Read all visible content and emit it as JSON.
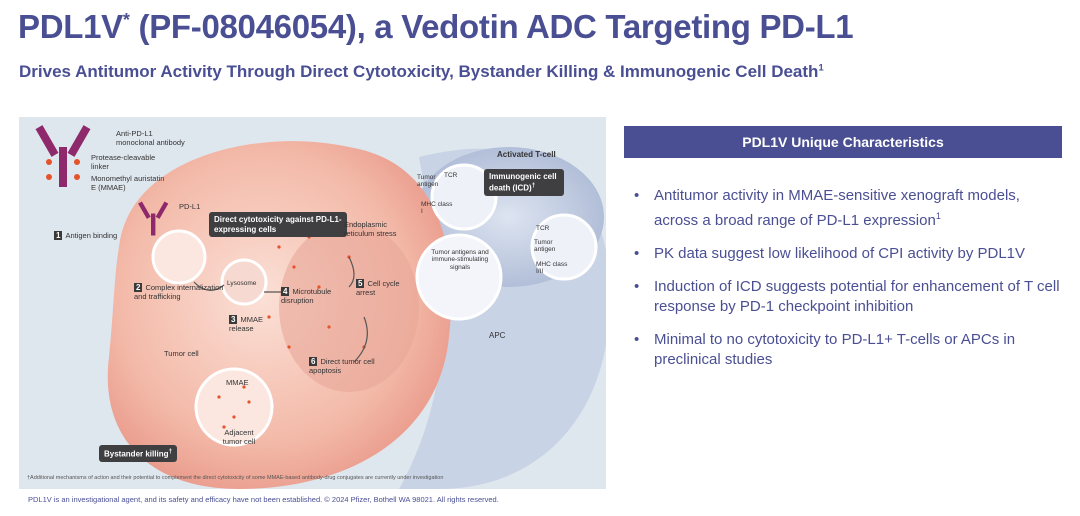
{
  "title": "PDL1V",
  "title_sup": "*",
  "title_rest": " (PF-08046054), a Vedotin ADC Targeting PD-L1",
  "subtitle": "Drives Antitumor Activity Through Direct Cytotoxicity, Bystander Killing & Immunogenic Cell Death",
  "subtitle_sup": "1",
  "figure": {
    "legend": {
      "antibody": "Anti-PD-L1 monoclonal antibody",
      "linker": "Protease-cleavable linker",
      "mmae": "Monomethyl auristatin E (MMAE)"
    },
    "pdl1_label": "PD-L1",
    "steps": [
      {
        "num": "1",
        "label": "Antigen binding"
      },
      {
        "num": "2",
        "label": "Complex internalization and trafficking"
      },
      {
        "num": "3",
        "label": "MMAE release"
      },
      {
        "num": "4",
        "label": "Microtubule disruption"
      },
      {
        "num": "5",
        "label": "Cell cycle arrest"
      },
      {
        "num": "6",
        "label": "Direct tumor cell apoptosis"
      }
    ],
    "direct_box": "Direct cytotoxicity against PD-L1-expressing cells",
    "lysosome": "Lysosome",
    "er_stress": "Endoplasmic reticulum stress",
    "tumor_cell": "Tumor cell",
    "activated_tcell": "Activated T-cell",
    "icd_box": "Immunogenic cell death (ICD)",
    "icd_sup": "†",
    "tumor_antigen": "Tumor antigen",
    "tcr": "TCR",
    "mhc1": "MHC class I",
    "tumor_antigens_signals": "Tumor antigens and immune-stimulating signals",
    "tcr2": "TCR",
    "tumor_antigen2": "Tumor antigen",
    "mhc2": "MHC class I/II",
    "apc": "APC",
    "mmae_label": "MMAE",
    "adjacent": "Adjacent tumor cell",
    "bystander": "Bystander killing",
    "bystander_sup": "†",
    "footnote": "†Additional mechanisms of action and their potential to complement the direct cytotoxicity of some MMAE-based antibody-drug conjugates are currently under investigation"
  },
  "copyright": "PDL1V is an investigational agent, and its safety and efficacy have not been established.  © 2024 Pfizer, Bothell WA 98021. All rights reserved.",
  "panel": {
    "header": "PDL1V Unique Characteristics",
    "bullets": [
      {
        "text": "Antitumor activity in MMAE-sensitive xenograft models, across a broad range of PD-L1 expression",
        "sup": "1"
      },
      {
        "text": "PK data suggest low likelihood of CPI activity by PDL1V",
        "sup": ""
      },
      {
        "text": "Induction of ICD suggests potential for enhancement of T cell response by PD-1 checkpoint inhibition",
        "sup": ""
      },
      {
        "text": "Minimal to no cytotoxicity to PD-L1+ T-cells or APCs in preclinical studies",
        "sup": ""
      }
    ]
  },
  "colors": {
    "brand": "#4a4f93",
    "antibody": "#8e2a6b",
    "linker": "#2bb39a",
    "drug": "#e5532c",
    "tumor_cell": "#f4c4b5",
    "tcell": "#b9c6dd"
  }
}
